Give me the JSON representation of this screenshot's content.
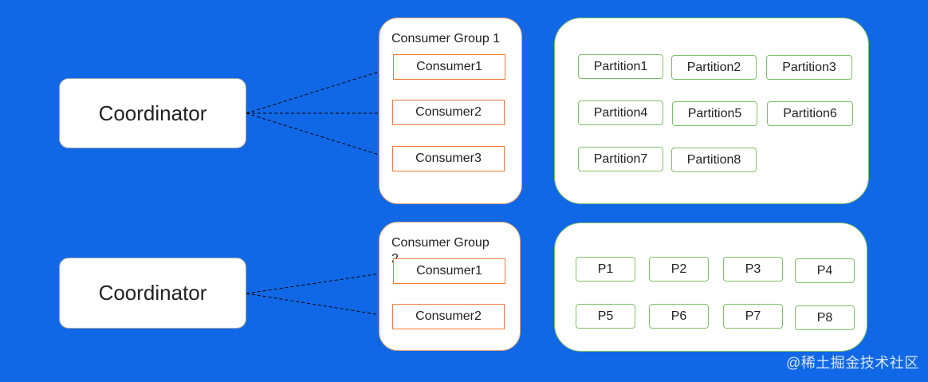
{
  "colors": {
    "background": "#1068e6",
    "consumer_border": "#f07a3a",
    "partition_border": "#7fbf6a"
  },
  "watermark": "@稀土掘金技术社区",
  "top": {
    "coordinator": "Coordinator",
    "group_title": "Consumer Group 1",
    "consumers": [
      "Consumer1",
      "Consumer2",
      "Consumer3"
    ],
    "partitions": [
      "Partition1",
      "Partition2",
      "Partition3",
      "Partition4",
      "Partition5",
      "Partition6",
      "Partition7",
      "Partition8"
    ]
  },
  "bottom": {
    "coordinator": "Coordinator",
    "group_title": "Consumer Group\n2",
    "consumers": [
      "Consumer1",
      "Consumer2"
    ],
    "partitions": [
      "P1",
      "P2",
      "P3",
      "P4",
      "P5",
      "P6",
      "P7",
      "P8"
    ]
  }
}
